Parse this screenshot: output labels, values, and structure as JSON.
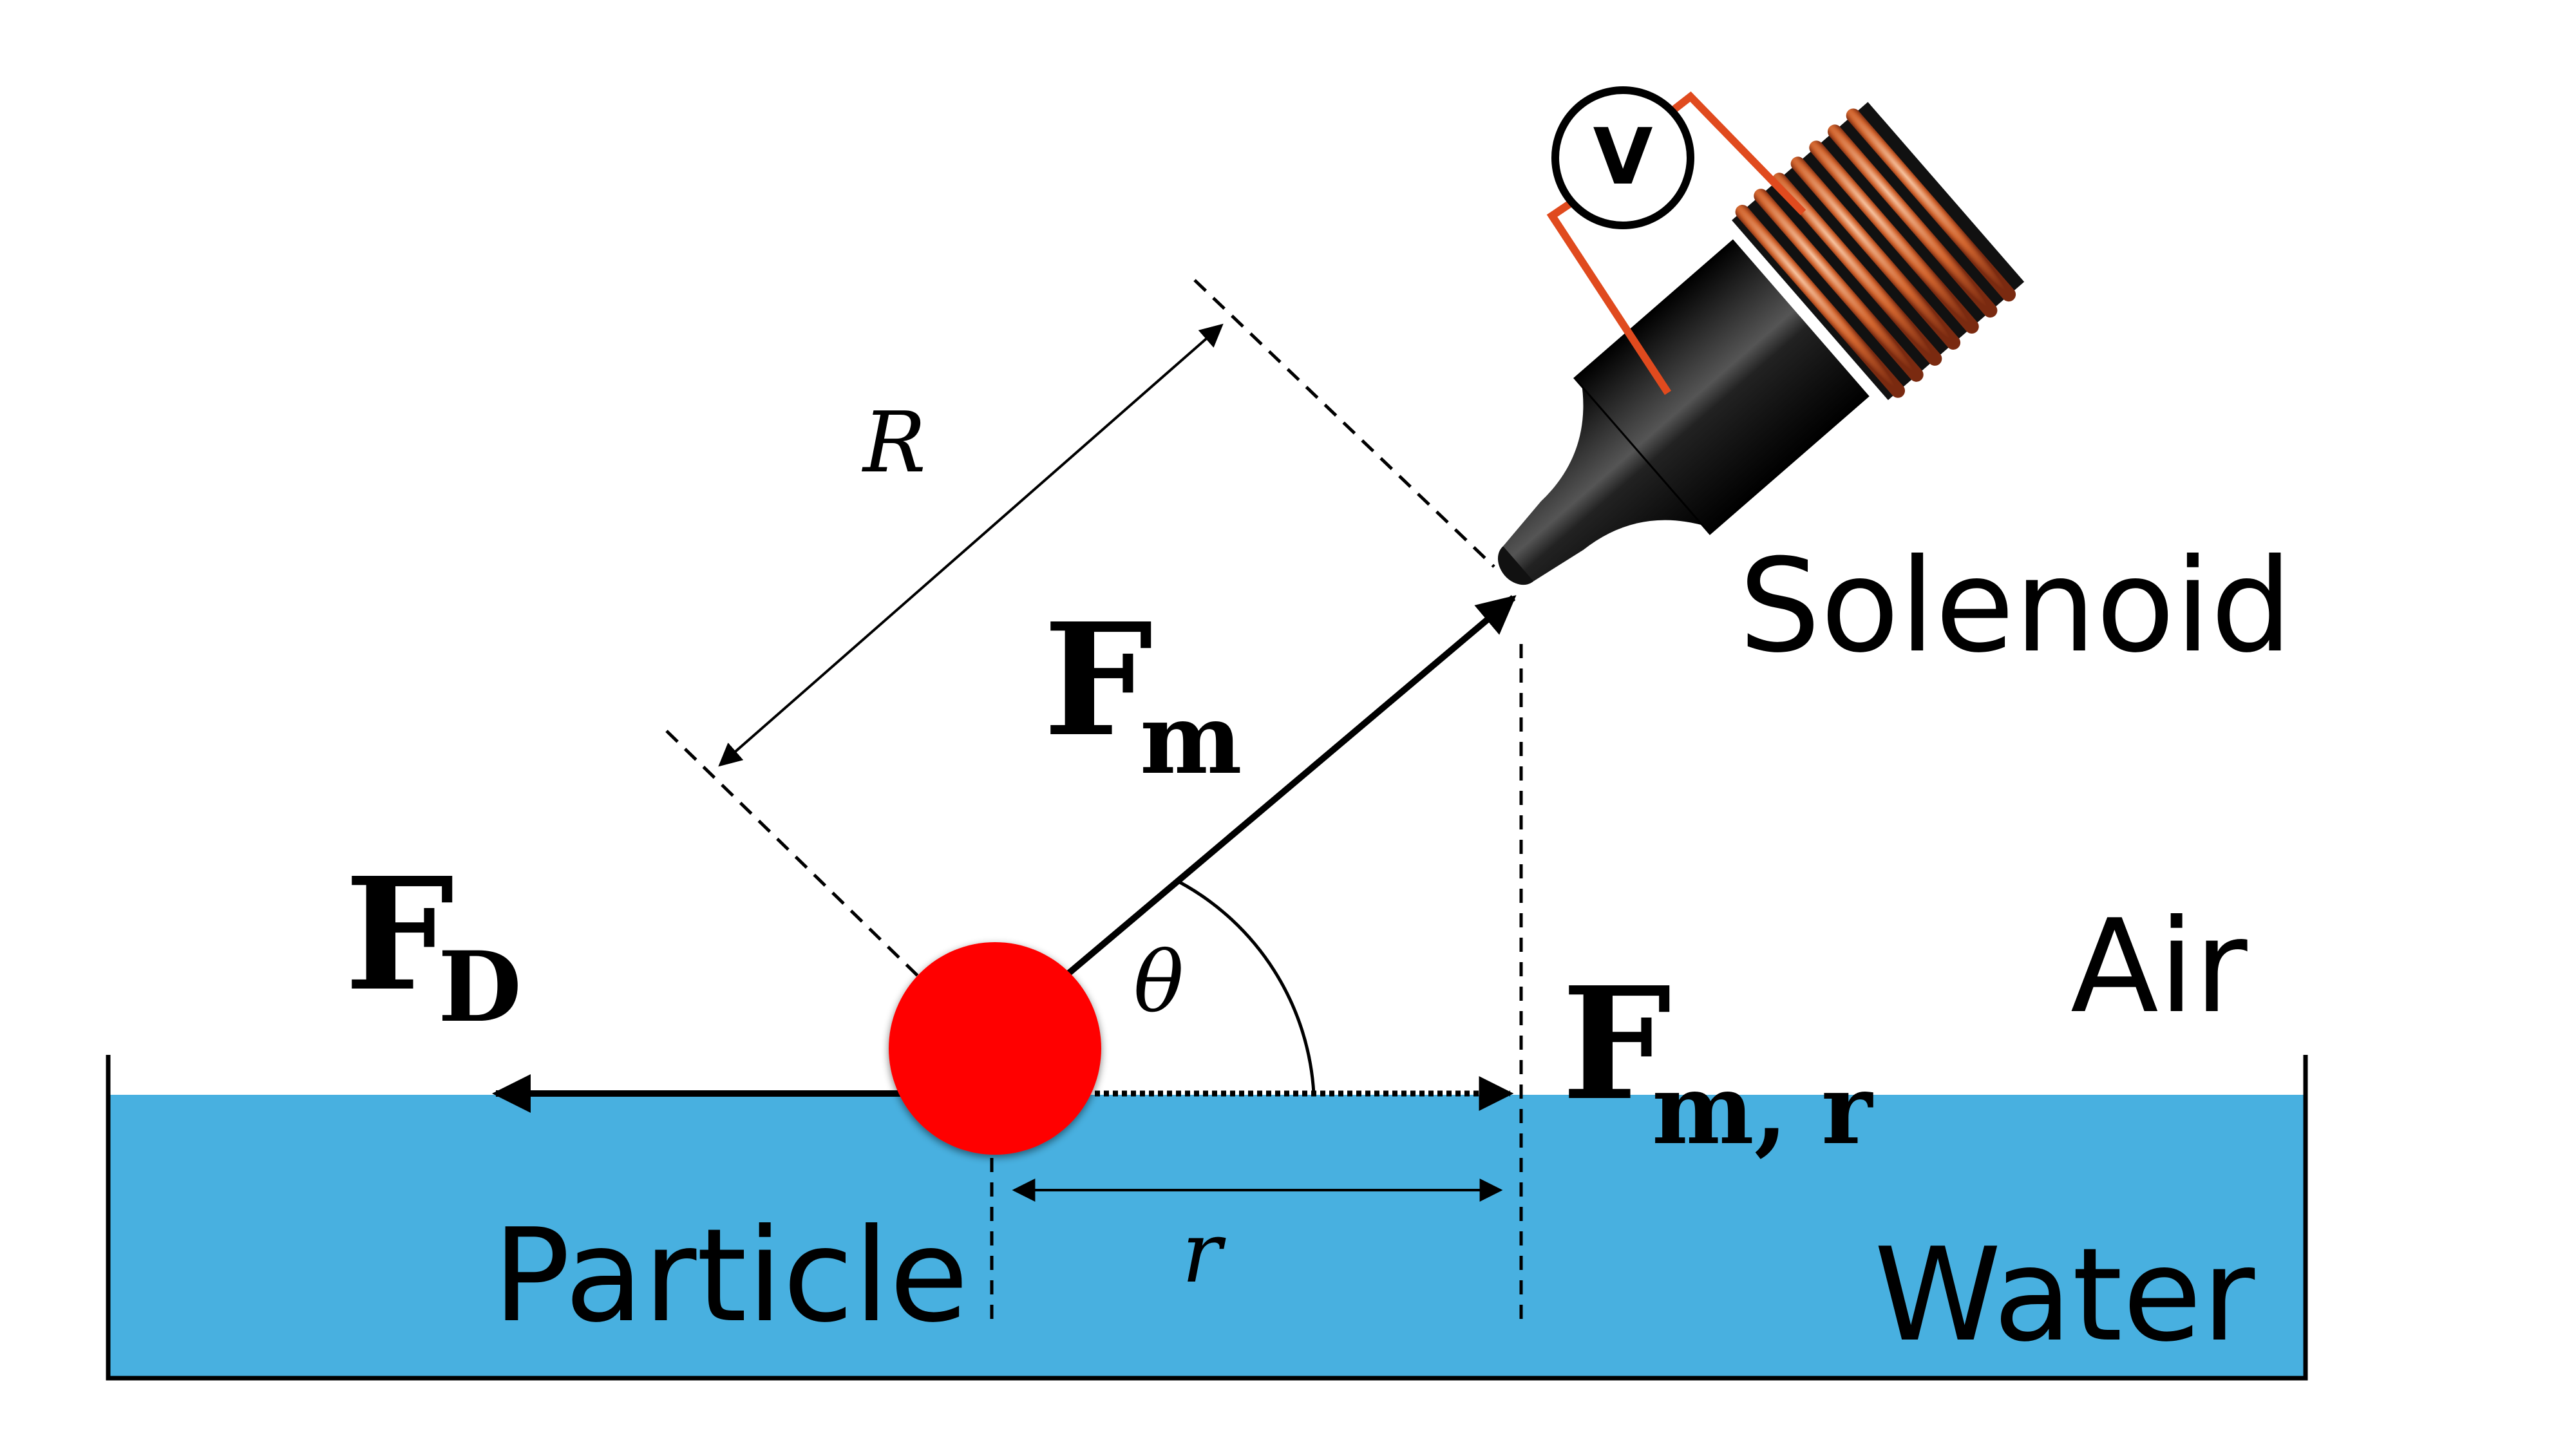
{
  "labels": {
    "solenoid": "Solenoid",
    "air": "Air",
    "water": "Water",
    "particle": "Particle",
    "R": "R",
    "r": "r",
    "theta": "θ",
    "F": "F",
    "sub_m": "m",
    "sub_D": "D",
    "sub_mr": "m, r",
    "voltmeter": "V"
  },
  "colors": {
    "water": "#48b0e0",
    "particle": "#ff0000",
    "coil": "#d85a2a",
    "wire": "#e04a1e",
    "solenoid_body": "#0a0a0a"
  },
  "icons": {
    "voltmeter": "voltmeter-icon",
    "solenoid": "solenoid-icon"
  }
}
